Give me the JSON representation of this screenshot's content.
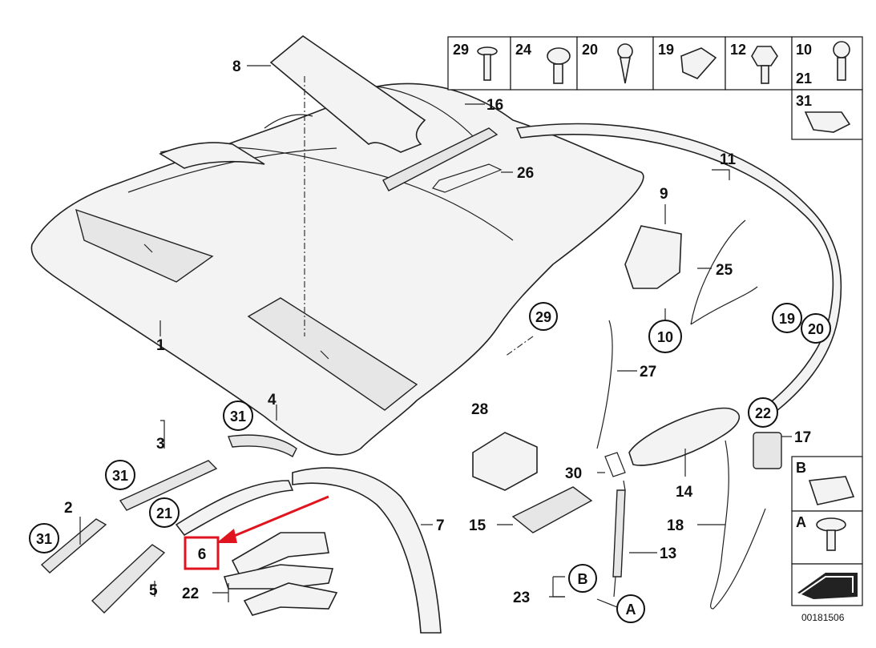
{
  "diagram_id": "00181506",
  "highlight": {
    "label": "6",
    "color": "#e0141e"
  },
  "legend": {
    "row1": [
      "29",
      "24",
      "20",
      "19",
      "12",
      "10"
    ],
    "extra_21": "21",
    "extra_31": "31",
    "side": [
      "B",
      "A"
    ]
  },
  "labels": {
    "p1": "1",
    "p2": "2",
    "p3": "3",
    "p4": "4",
    "p5": "5",
    "p7": "7",
    "p8": "8",
    "p9": "9",
    "p11": "11",
    "p13": "13",
    "p14": "14",
    "p15": "15",
    "p16": "16",
    "p17": "17",
    "p18": "18",
    "p22a": "22",
    "p23": "23",
    "p25": "25",
    "p26": "26",
    "p27": "27",
    "p28": "28",
    "p30": "30"
  },
  "circled": {
    "c29": "29",
    "c10": "10",
    "c19": "19",
    "c20": "20",
    "c22": "22",
    "c31a": "31",
    "c31b": "31",
    "c31c": "31",
    "c21": "21",
    "cB": "B",
    "cA": "A"
  }
}
